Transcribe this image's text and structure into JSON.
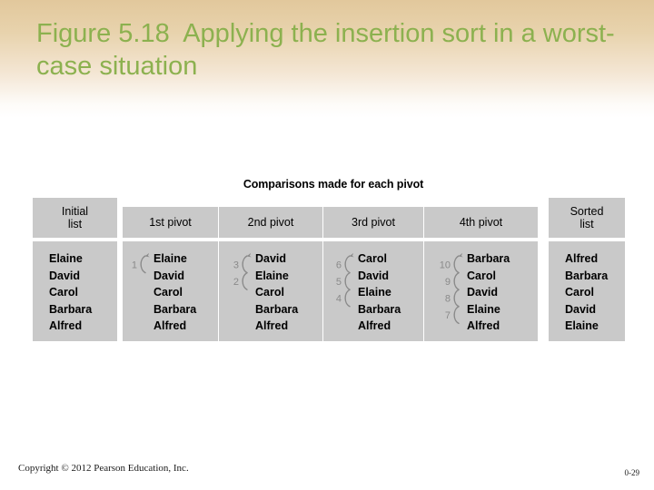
{
  "slide": {
    "title": "Figure 5.18  Applying the insertion sort in a worst-case situation",
    "title_color": "#8cb14f",
    "background_top_color": "#e2c89c",
    "background_bottom_color": "#ffffff"
  },
  "figure": {
    "caption": "Comparisons made for each pivot",
    "box_color": "#c9c9c9",
    "mark_color": "#8a8a8a",
    "columns": [
      {
        "id": "initial-list",
        "header": "Initial\nlist",
        "names": "Elaine\nDavid\nCarol\nBarbara\nAlfred",
        "marks": []
      },
      {
        "id": "pivot-1",
        "header": "1st pivot",
        "names": "Elaine\nDavid\nCarol\nBarbara\nAlfred",
        "marks": [
          {
            "label": "1",
            "start": 0,
            "span": 1,
            "arrow": true
          }
        ]
      },
      {
        "id": "pivot-2",
        "header": "2nd pivot",
        "names": "David\nElaine\nCarol\nBarbara\nAlfred",
        "marks": [
          {
            "label": "3",
            "start": 0,
            "span": 1,
            "arrow": true
          },
          {
            "label": "2",
            "start": 1,
            "span": 1,
            "arrow": false
          }
        ]
      },
      {
        "id": "pivot-3",
        "header": "3rd pivot",
        "names": "Carol\nDavid\nElaine\nBarbara\nAlfred",
        "marks": [
          {
            "label": "6",
            "start": 0,
            "span": 1,
            "arrow": true
          },
          {
            "label": "5",
            "start": 1,
            "span": 1,
            "arrow": false
          },
          {
            "label": "4",
            "start": 2,
            "span": 1,
            "arrow": false
          }
        ]
      },
      {
        "id": "pivot-4",
        "header": "4th pivot",
        "names": "Barbara\nCarol\nDavid\nElaine\nAlfred",
        "marks": [
          {
            "label": "10",
            "start": 0,
            "span": 1,
            "arrow": true
          },
          {
            "label": "9",
            "start": 1,
            "span": 1,
            "arrow": false
          },
          {
            "label": "8",
            "start": 2,
            "span": 1,
            "arrow": false
          },
          {
            "label": "7",
            "start": 3,
            "span": 1,
            "arrow": false
          }
        ]
      },
      {
        "id": "sorted-list",
        "header": "Sorted\nlist",
        "names": "Alfred\nBarbara\nCarol\nDavid\nElaine",
        "marks": []
      }
    ]
  },
  "footer": {
    "copyright": "Copyright © 2012 Pearson Education, Inc.",
    "page_number": "0-29"
  }
}
